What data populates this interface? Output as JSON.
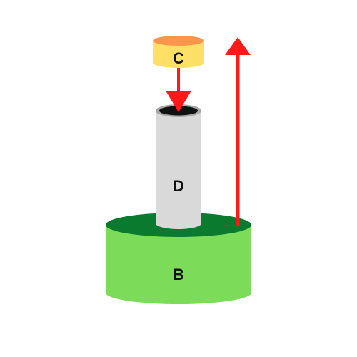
{
  "labels": {
    "b": "B",
    "c": "C",
    "d": "D"
  },
  "colors": {
    "b_side": "#7ddb5a",
    "b_top": "#0a7a2e",
    "d_side": "#d9d9d9",
    "d_rim": "#a6a6a6",
    "d_hole": "#111111",
    "c_side": "#ffe066",
    "c_top": "#ff944d",
    "arrow": "#ff1a1a"
  }
}
